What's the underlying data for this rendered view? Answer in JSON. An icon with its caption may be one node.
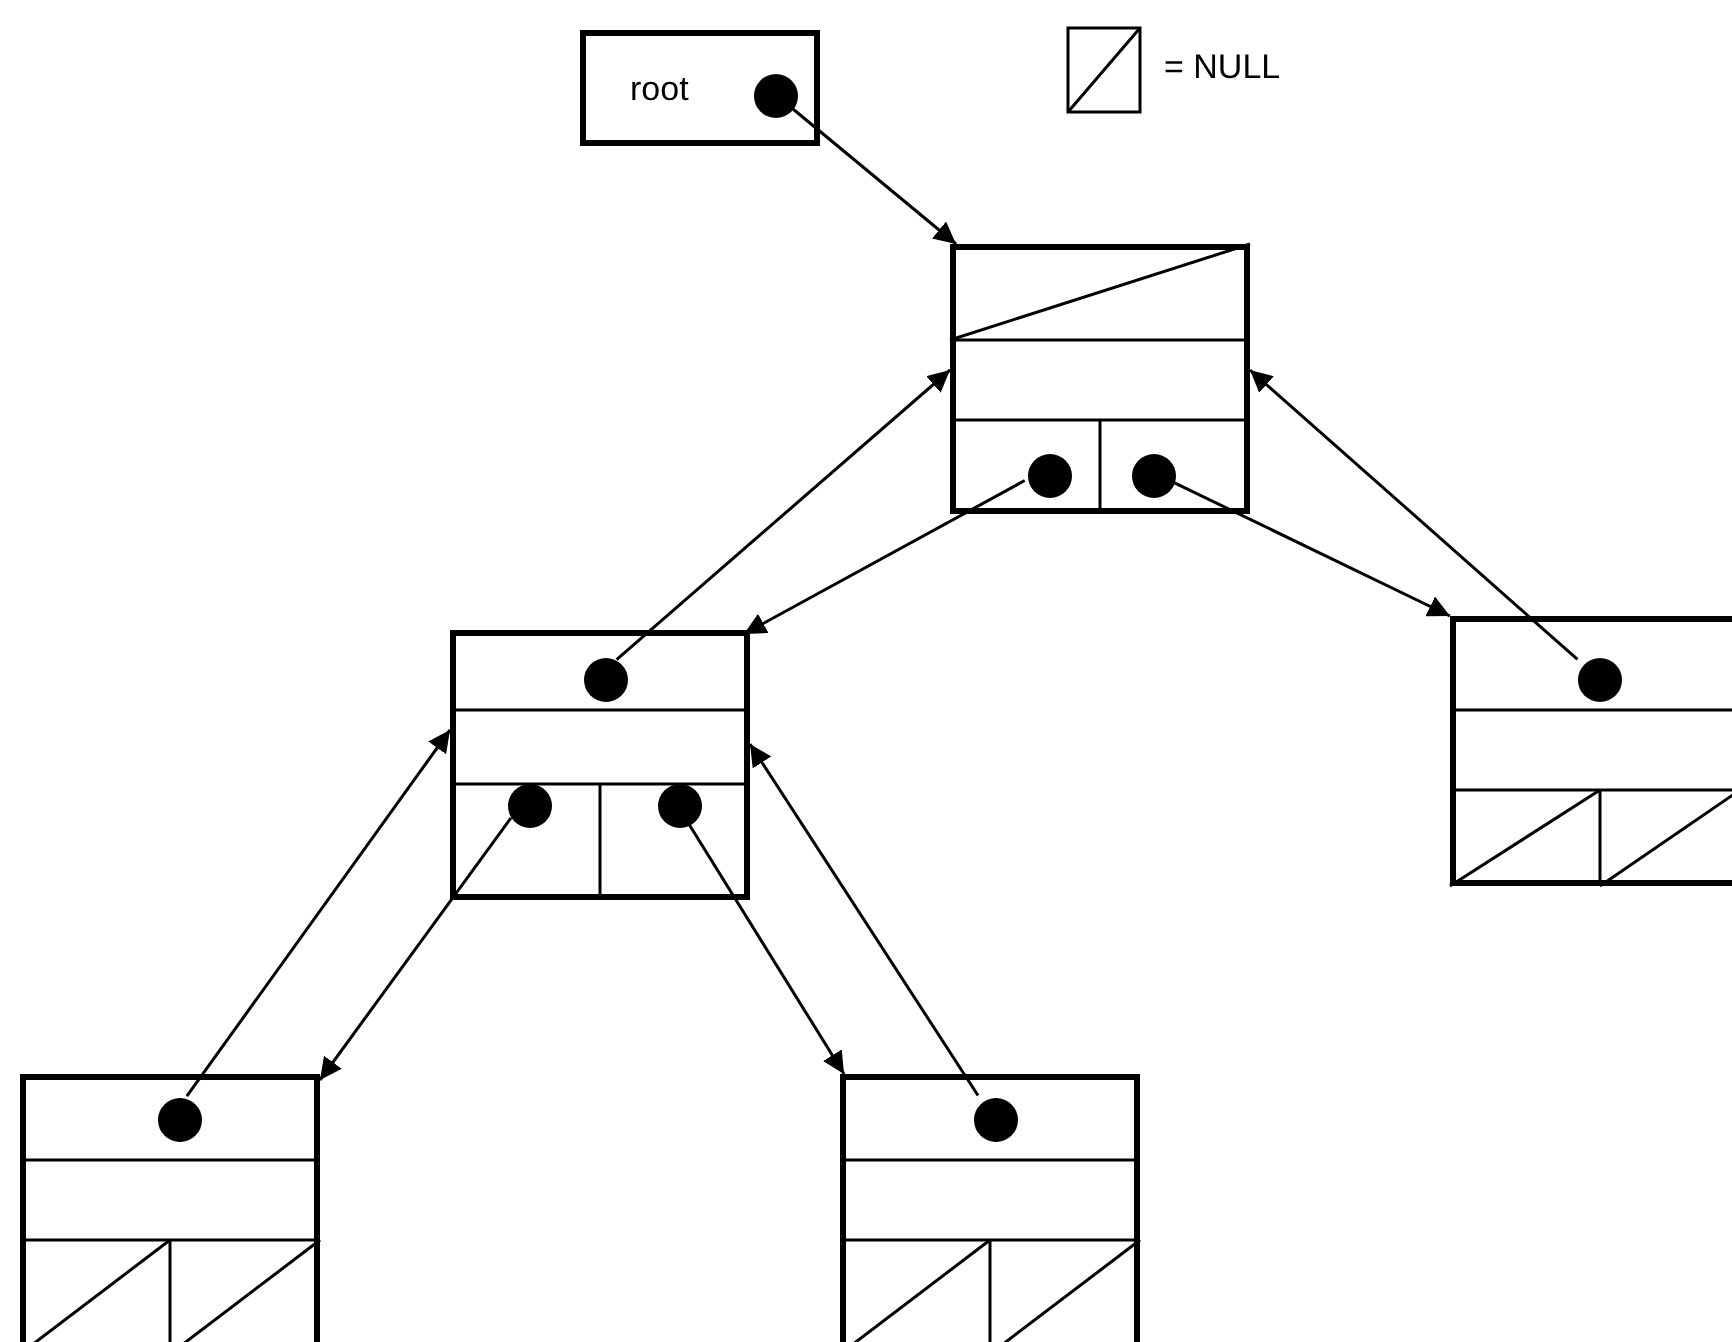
{
  "diagram": {
    "nodes": [
      {
        "text": [
          "root"
        ]
      },
      {
        "text": [],
        "shape": "circle",
        "in": 0
      },
      {
        "text": [],
        "shape": "box"
      },
      {
        "text": [],
        "shape": "circle",
        "in": 2
      },
      {
        "text": [],
        "shape": "circle",
        "in": 2
      },
      {
        "text": [],
        "shape": "box"
      },
      {
        "text": [],
        "shape": "circle",
        "in": 5
      },
      {
        "text": [],
        "shape": "circle",
        "in": 5
      },
      {
        "text": [],
        "shape": "circle",
        "in": 5
      },
      {
        "text": [],
        "shape": "box"
      },
      {
        "text": [],
        "shape": "circle",
        "in": 9
      },
      {
        "text": [],
        "shape": "box"
      },
      {
        "text": [],
        "shape": "circle",
        "in": 11
      },
      {
        "text": [],
        "shape": "box"
      },
      {
        "text": [],
        "shape": "circle",
        "in": 13
      }
    ],
    "edges": [
      {
        "from": 1,
        "to": 2,
        "arrow": "to"
      },
      {
        "from": 3,
        "to": 5,
        "arrow": "to"
      },
      {
        "from": 6,
        "to": 2,
        "arrow": "to"
      },
      {
        "from": 4,
        "to": 9,
        "arrow": "to"
      },
      {
        "from": 10,
        "to": 2,
        "arrow": "to"
      },
      {
        "from": 7,
        "to": 11,
        "arrow": "to"
      },
      {
        "from": 12,
        "to": 5,
        "arrow": "to"
      },
      {
        "from": 8,
        "to": 13,
        "arrow": "to"
      },
      {
        "from": 14,
        "to": 5,
        "arrow": "to"
      }
    ],
    "legend": [
      {
        "text": "= NULL"
      }
    ]
  }
}
